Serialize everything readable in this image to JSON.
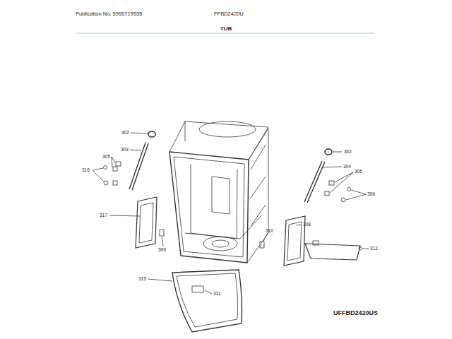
{
  "diagram": {
    "title": "TUB",
    "labels": [
      "Publication No: 5995719555",
      "FFBD2420U",
      "302",
      "303",
      "305",
      "316",
      "317",
      "309",
      "315",
      "311",
      "302",
      "304",
      "305",
      "306",
      "308",
      "310",
      "312",
      "UFFBD2420US"
    ]
  }
}
